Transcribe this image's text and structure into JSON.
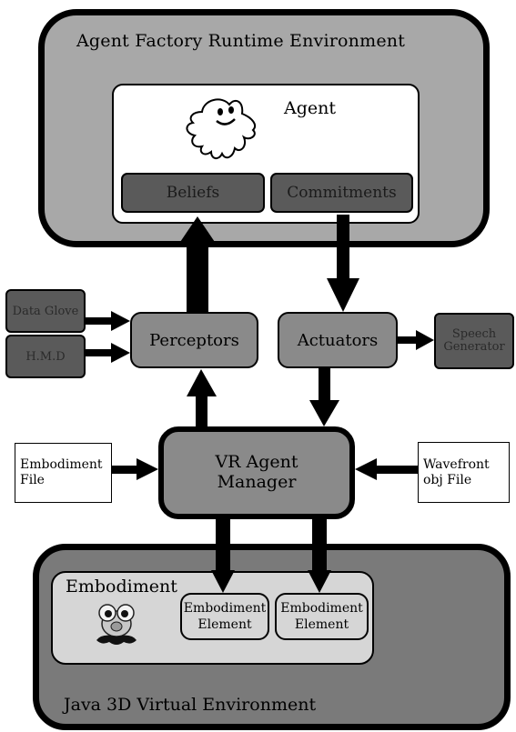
{
  "runtime": {
    "title": "Agent Factory Runtime Environment"
  },
  "agent": {
    "label": "Agent",
    "beliefs": "Beliefs",
    "commitments": "Commitments"
  },
  "inputs": {
    "data_glove": "Data Glove",
    "hmd": "H.M.D"
  },
  "perceptors": "Perceptors",
  "actuators": "Actuators",
  "speech_generator": {
    "line1": "Speech",
    "line2": "Generator"
  },
  "manager": {
    "line1": "VR Agent",
    "line2": "Manager"
  },
  "embodiment_file": {
    "line1": "Embodiment",
    "line2": "File"
  },
  "wavefront_file": {
    "line1": "Wavefront",
    "line2": "obj File"
  },
  "embodiment": {
    "label": "Embodiment",
    "element1": {
      "line1": "Embodiment",
      "line2": "Element"
    },
    "element2": {
      "line1": "Embodiment",
      "line2": "Element"
    }
  },
  "java": {
    "label": "Java 3D Virtual Environment"
  },
  "colors": {
    "dark": "#5a5a5a",
    "mid": "#8a8a8a",
    "light": "#d6d6d6",
    "frame": "#a8a8a8"
  },
  "icons": {
    "agent": "ghost-icon",
    "embodiment": "face-icon"
  }
}
